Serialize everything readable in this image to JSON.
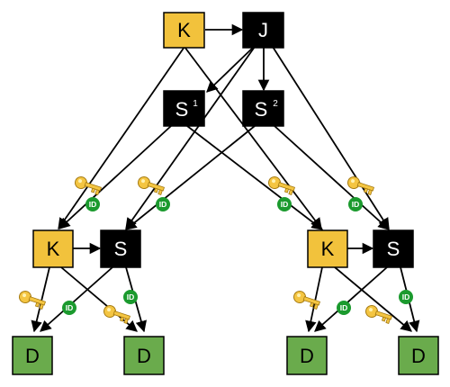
{
  "nodes": {
    "k_top": {
      "label": "K",
      "color": "#f2c23c"
    },
    "j": {
      "label": "J",
      "color": "#000000"
    },
    "s1": {
      "label": "S",
      "sup": "1",
      "color": "#000000"
    },
    "s2": {
      "label": "S",
      "sup": "2",
      "color": "#000000"
    },
    "k_left": {
      "label": "K",
      "color": "#f2c23c"
    },
    "s_left": {
      "label": "S",
      "color": "#000000"
    },
    "k_right": {
      "label": "K",
      "color": "#f2c23c"
    },
    "s_right": {
      "label": "S",
      "color": "#000000"
    },
    "d1": {
      "label": "D",
      "color": "#6aab4c"
    },
    "d2": {
      "label": "D",
      "color": "#6aab4c"
    },
    "d3": {
      "label": "D",
      "color": "#6aab4c"
    },
    "d4": {
      "label": "D",
      "color": "#6aab4c"
    }
  },
  "badge": {
    "label": "ID",
    "color": "#1b9a2e"
  },
  "key_icon": {
    "name": "key-icon",
    "color": "#f4c542"
  }
}
